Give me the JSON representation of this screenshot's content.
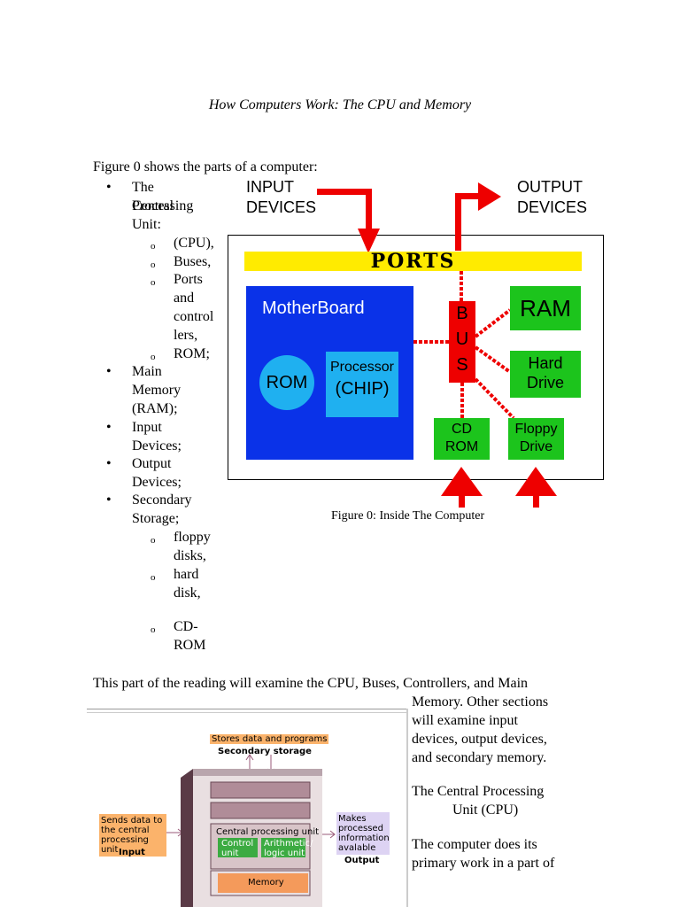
{
  "title": "How Computers Work: The CPU and Memory",
  "intro": "Figure 0 shows the parts of a computer:",
  "outline": {
    "cpu_line1": "The Central",
    "cpu_line2": "Processing",
    "cpu_line3": "Unit:",
    "cpu_sub": [
      {
        "l1": "(CPU),"
      },
      {
        "l1": "Buses,"
      },
      {
        "l1": "Ports",
        "l2": "and",
        "l3": "control",
        "l4": "lers,"
      },
      {
        "l1": "ROM;"
      }
    ],
    "main_memory": [
      "Main",
      "Memory",
      "(RAM);"
    ],
    "input_devices": [
      "Input",
      "Devices;"
    ],
    "output_devices": [
      "Output",
      "Devices;"
    ],
    "secondary_storage": [
      "Secondary",
      "Storage;"
    ],
    "storage_sub": [
      {
        "l1": "floppy",
        "l2": "disks,"
      },
      {
        "l1": "hard",
        "l2": "disk,"
      },
      {
        "l1": "CD-",
        "l2": "ROM"
      }
    ],
    "bullet": "•",
    "sub_bullet": "o"
  },
  "figure0": {
    "input_l1": "INPUT",
    "input_l2": "DEVICES",
    "output_l1": "OUTPUT",
    "output_l2": "DEVICES",
    "ports": "PORTS",
    "motherboard": "MotherBoard",
    "rom": "ROM",
    "processor_l1": "Processor",
    "processor_l2": "(CHIP)",
    "bus_letters": [
      "B",
      "U",
      "S"
    ],
    "ram": "RAM",
    "hard_l1": "Hard",
    "hard_l2": "Drive",
    "cd_l1": "CD",
    "cd_l2": "ROM",
    "floppy_l1": "Floppy",
    "floppy_l2": "Drive",
    "caption": "Figure 0: Inside The Computer",
    "colors": {
      "ports": "#ffeb00",
      "motherboard": "#0a32e8",
      "chip": "#1fb0f0",
      "bus": "#ee0000",
      "devices": "#1cc41c",
      "arrows": "#ee0000"
    }
  },
  "reading_intro": "This part of the reading will examine the CPU, Buses, Controllers, and Main",
  "side_text": {
    "p1": [
      "Memory. Other sections",
      "will examine input",
      "devices, output devices,",
      "and secondary memory."
    ],
    "heading_l1": "The Central Processing",
    "heading_l2": "Unit (CPU)",
    "p2": [
      "The computer does its",
      "primary work in a part of"
    ]
  },
  "figure2": {
    "stores_label": "Stores data and programs",
    "secondary_storage": "Secondary storage",
    "sends_l1": "Sends data to",
    "sends_l2": "the central",
    "sends_l3": "processing unit",
    "input": "Input",
    "cpu_label": "Central processing unit",
    "control_l1": "Control",
    "control_l2": "unit",
    "alu_l1": "Arithmetic/",
    "alu_l2": "logic unit",
    "memory": "Memory",
    "makes_l1": "Makes",
    "makes_l2": "processed",
    "makes_l3": "information",
    "makes_l4": "avalable",
    "output": "Output"
  }
}
